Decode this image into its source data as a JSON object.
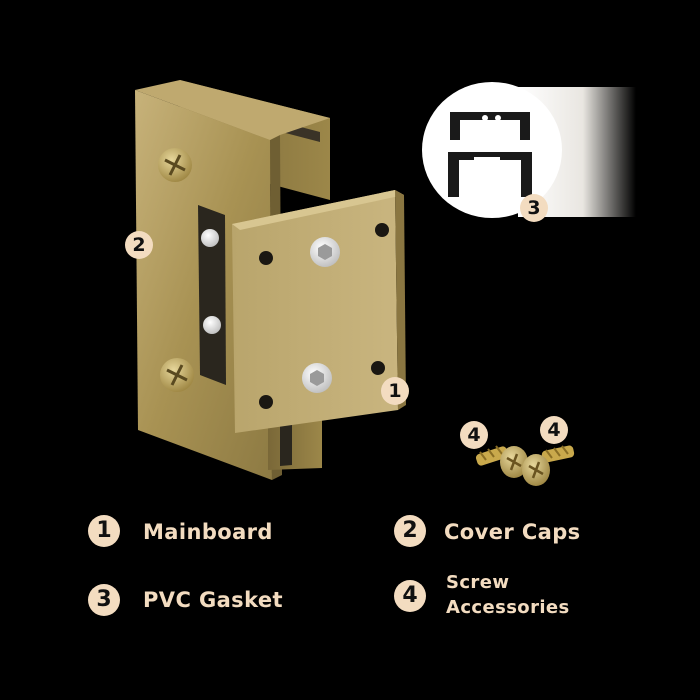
{
  "callouts": {
    "mainboard": "1",
    "cover_caps": "2",
    "pvc_gasket": "3",
    "screw_a": "4",
    "screw_b": "4"
  },
  "legend": [
    {
      "number": "1",
      "label": "Mainboard"
    },
    {
      "number": "2",
      "label": "Cover Caps"
    },
    {
      "number": "3",
      "label": "PVC Gasket"
    },
    {
      "number": "4",
      "label_line1": "Screw",
      "label_line2": "Accessories"
    }
  ],
  "colors": {
    "background": "#000000",
    "accent": "#f3dcc0",
    "brass": "#b39b5a"
  }
}
